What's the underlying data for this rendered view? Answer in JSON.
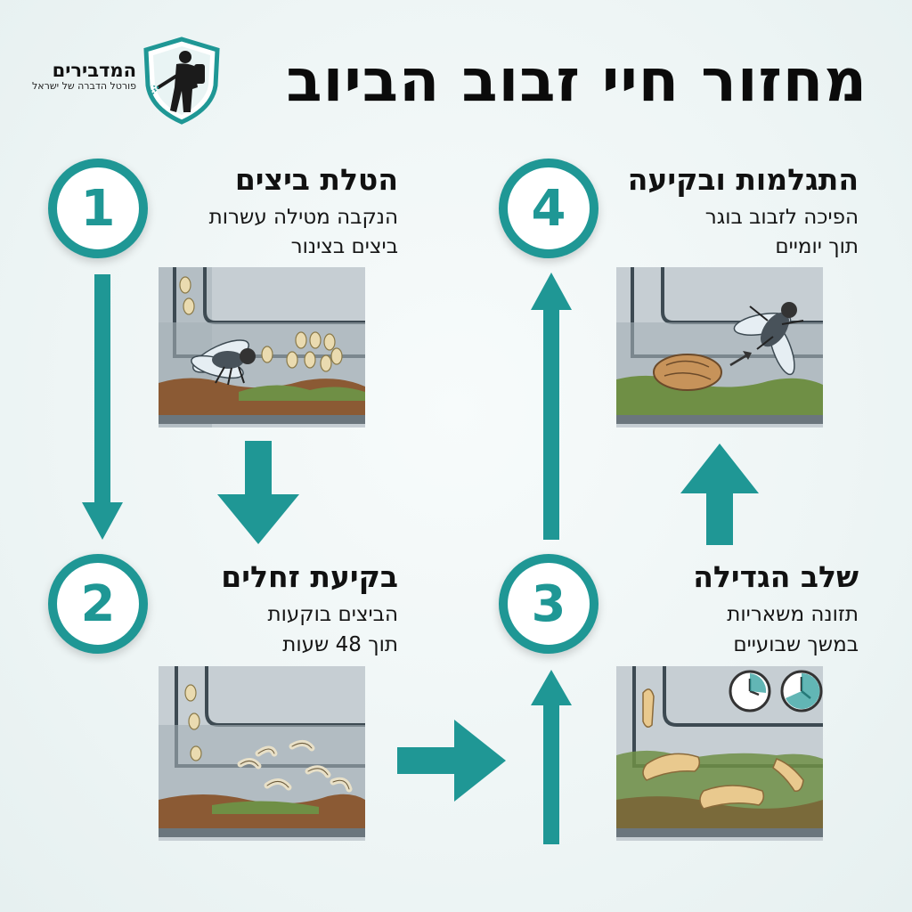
{
  "title": "מחזור חיי זבוב הביוב",
  "logo": {
    "name": "המדבירים",
    "tagline": "פורטל הדברה של ישראל",
    "icon": "pest-control-shield-icon"
  },
  "steps": [
    {
      "number": "1",
      "title": "הטלת ביצים",
      "desc_line1": "הנקבה מטילה עשרות",
      "desc_line2": "ביצים בצינור",
      "illustration": "fly-laying-eggs-in-pipe"
    },
    {
      "number": "2",
      "title": "בקיעת זחלים",
      "desc_line1": "הביצים בוקעות",
      "desc_line2": "תוך 48 שעות",
      "illustration": "larvae-hatching-in-pipe"
    },
    {
      "number": "3",
      "title": "שלב הגדילה",
      "desc_line1": "תזונה משאריות",
      "desc_line2": "במשך שבועיים",
      "illustration": "larvae-feeding-with-clocks"
    },
    {
      "number": "4",
      "title": "התגלמות ובקיעה",
      "desc_line1": "הפיכה לזבוב בוגר",
      "desc_line2": "תוך יומיים",
      "illustration": "pupa-to-adult-fly"
    }
  ],
  "colors": {
    "accent": "#1f9795",
    "text": "#111111",
    "pipe": "#9aa4ab",
    "sludge": "#6f8f45",
    "dirt": "#8b5a34"
  }
}
